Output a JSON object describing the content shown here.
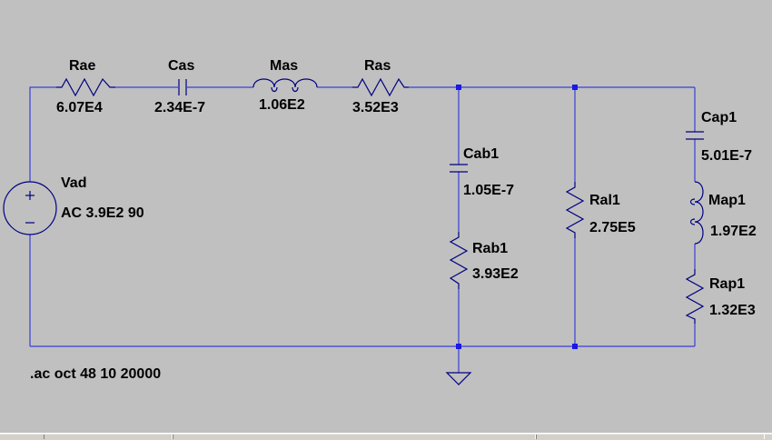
{
  "components": {
    "rae": {
      "name": "Rae",
      "value": "6.07E4"
    },
    "cas": {
      "name": "Cas",
      "value": "2.34E-7"
    },
    "mas": {
      "name": "Mas",
      "value": "1.06E2"
    },
    "ras": {
      "name": "Ras",
      "value": "3.52E3"
    },
    "cab1": {
      "name": "Cab1",
      "value": "1.05E-7"
    },
    "rab1": {
      "name": "Rab1",
      "value": "3.93E2"
    },
    "ral1": {
      "name": "Ral1",
      "value": "2.75E5"
    },
    "cap1": {
      "name": "Cap1",
      "value": "5.01E-7"
    },
    "map1": {
      "name": "Map1",
      "value": "1.97E2"
    },
    "rap1": {
      "name": "Rap1",
      "value": "1.32E3"
    },
    "vad": {
      "name": "Vad",
      "value": "AC 3.9E2 90"
    }
  },
  "directive": ".ac oct 48 10 20000",
  "colors": {
    "background": "#c0c0c0",
    "wire": "#3a3fd8",
    "component": "#000080",
    "node": "#1818e8",
    "text": "#000000"
  }
}
